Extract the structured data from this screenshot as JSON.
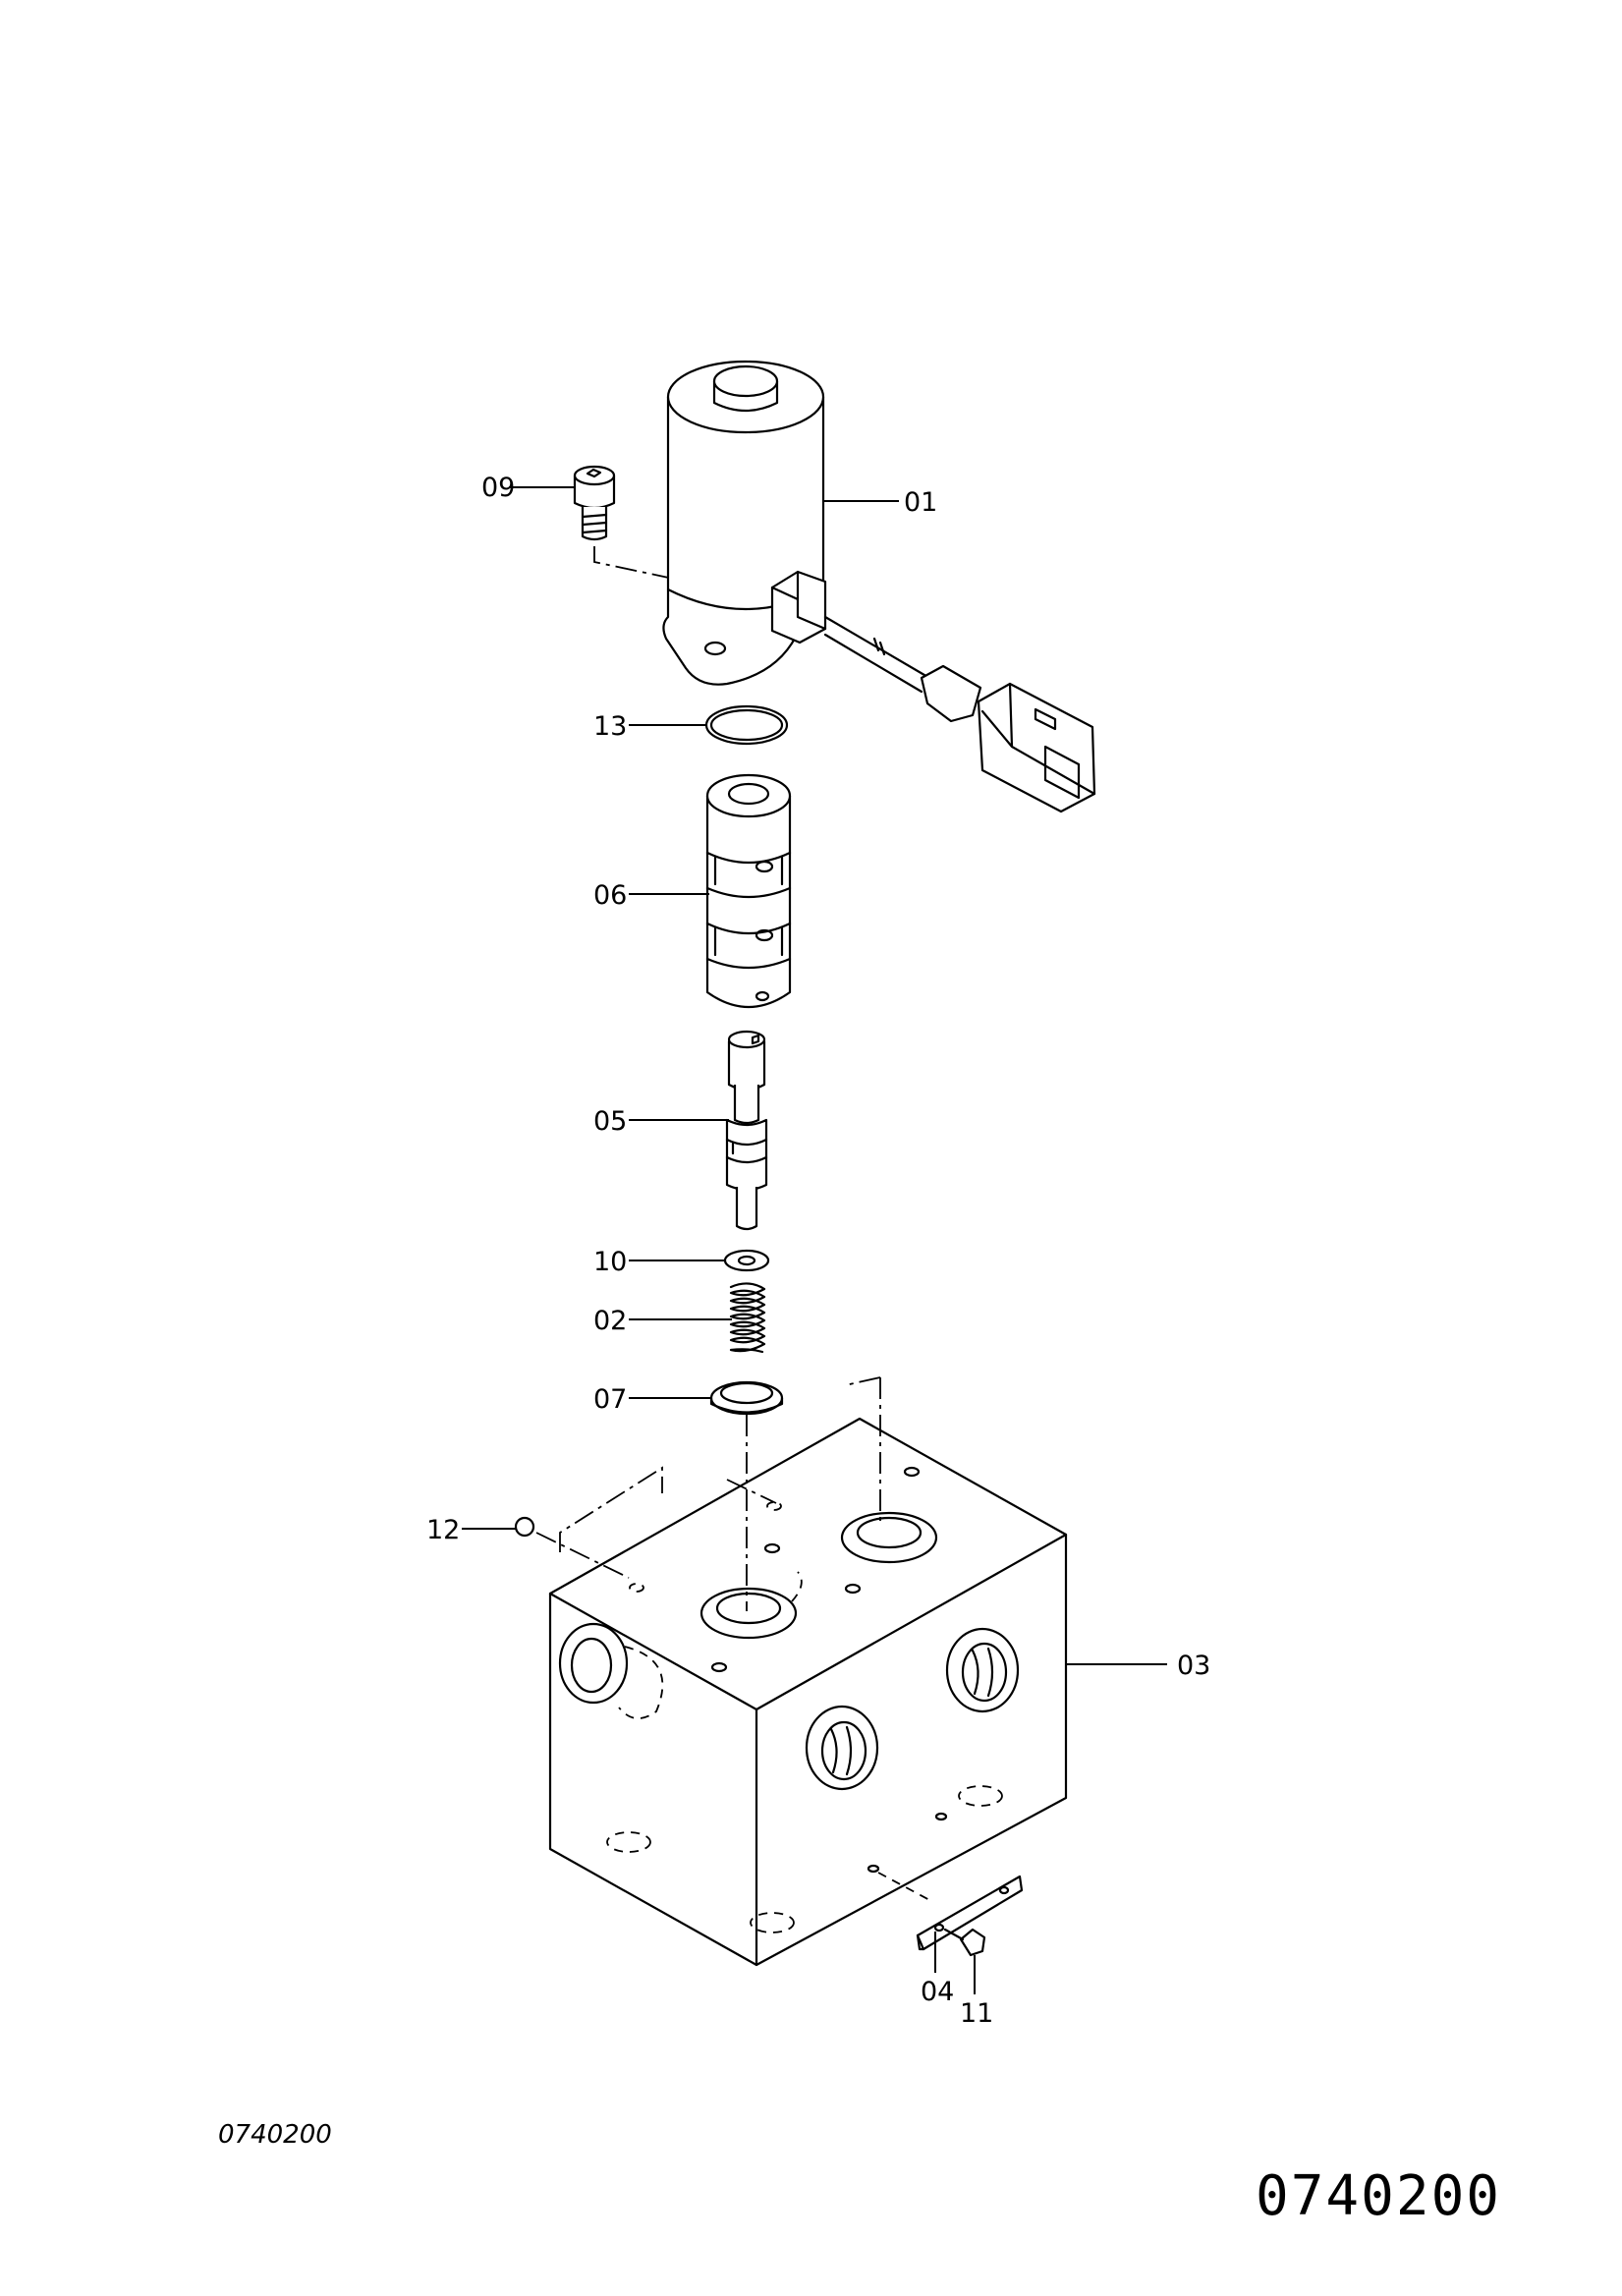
{
  "drawing_codes": {
    "small": "0740200",
    "large": "0740200"
  },
  "callouts": {
    "c01": "01",
    "c02": "02",
    "c03": "03",
    "c04": "04",
    "c05": "05",
    "c06": "06",
    "c07": "07",
    "c09": "09",
    "c10": "10",
    "c11": "11",
    "c12": "12",
    "c13": "13"
  }
}
